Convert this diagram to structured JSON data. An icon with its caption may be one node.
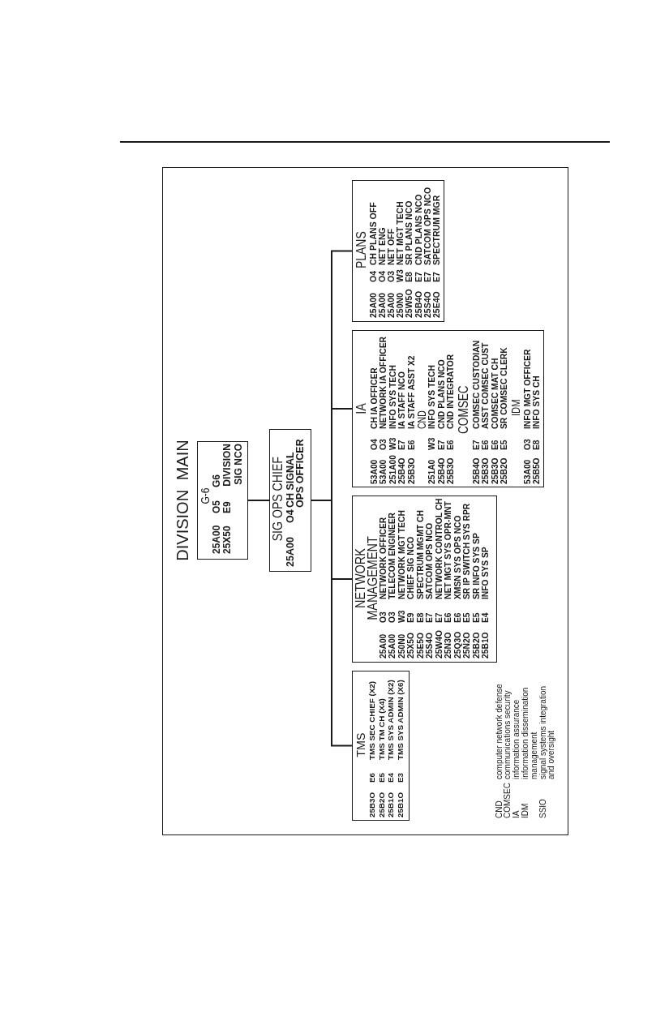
{
  "diagram": {
    "title": "DIVISION MAIN",
    "nodes": [
      {
        "text": [
          "G-6",
          "25A00",
          "O5",
          "G6",
          "25X50",
          "E9",
          "DIVISION SIG NCO"
        ]
      },
      {
        "text": [
          "SIG OPS CHIEF",
          "25A00",
          "O4",
          "CH SIGNAL OPS OFFICER"
        ]
      },
      {
        "text": [
          "TMS",
          "25B3O",
          "E6",
          "TMS SEC CHIEF (X2)",
          "25B2O",
          "E5",
          "TMS TM CH (X4)",
          "25B1O",
          "E4",
          "TMS SYS ADMIN (X2)",
          "25B1O",
          "E3",
          "TMS SYS ADMIN (X6)"
        ]
      },
      {
        "text": [
          "NETWORK MANAGEMENT",
          "25A00",
          "O3",
          "NETWORK OFFICER",
          "25A00",
          "O3",
          "TELECOM ENGINEER",
          "250N0",
          "W3",
          "NETWORK MGT TECH",
          "25X5O",
          "E9",
          "CHIEF SIG NCO",
          "25E5O",
          "E8",
          "SPECTRUM MGMT CH",
          "25S4O",
          "E7",
          "SATCOM OPS NCO",
          "25W4O",
          "E7",
          "NETWORK CONTROL CH",
          "25N3O",
          "E6",
          "NET MGT SYS OPR-MNT",
          "25Q3O",
          "E6",
          "XMSN SYS OPS NCO",
          "25N2O",
          "E5",
          "SR IP SWITCH SYS RPR",
          "25B2O",
          "E5",
          "SR INFO SYS SP",
          "25B1O",
          "E4",
          "INFO SYS SP"
        ]
      },
      {
        "text": [
          "IA",
          "53A00",
          "O4",
          "CH IA OFFICER",
          "53A00",
          "O3",
          "NETWORK IA OFFICER",
          "251A00",
          "W3",
          "INFO SYS TECH",
          "25B4O",
          "E7",
          "IA STAFF NCO",
          "25B3O",
          "E6",
          "IA STAFF ASST X2",
          "CND",
          "251A0",
          "W3",
          "INFO SYS TECH",
          "25B4O",
          "E7",
          "CND PLANS NCO",
          "25B3O",
          "E6",
          "CND INTEGRATOR",
          "COMSEC",
          "25B4O",
          "E7",
          "COMSEC CUSTODIAN",
          "25B3O",
          "E6",
          "ASST COMSEC CUST",
          "25B3O",
          "E6",
          "COMSEC MAT CH",
          "25B2O",
          "E5",
          "SR COMSEC CLERK",
          "IDM",
          "53A00",
          "O3",
          "INFO MGT OFFICER",
          "25B5O",
          "E8",
          "INFO SYS CH"
        ]
      },
      {
        "text": [
          "PLANS",
          "25A00",
          "O4",
          "CH PLANS OFF",
          "25A00",
          "O4",
          "NET ENG",
          "25A00",
          "O3",
          "NET OFF",
          "250N0",
          "W3",
          "NET MGT TECH",
          "25W5O",
          "E8",
          "SR PLANS NCO",
          "25B4O",
          "E7",
          "CND PLANS NCO",
          "25S4O",
          "E7",
          "SATCOM OPS NCO",
          "25E4O",
          "E7",
          "SPECTRUM MGR"
        ]
      }
    ],
    "edges": [
      {
        "from": 0,
        "to": 1,
        "arrow": "none"
      },
      {
        "from": 1,
        "to": 2,
        "arrow": "none"
      },
      {
        "from": 1,
        "to": 3,
        "arrow": "none"
      },
      {
        "from": 1,
        "to": 4,
        "arrow": "none"
      },
      {
        "from": 1,
        "to": 5,
        "arrow": "none"
      }
    ],
    "labels": [
      "CND",
      "computer network defense",
      "COMSEC",
      "communications security",
      "IA",
      "information assurance",
      "IDM",
      "information dissemination management",
      "SSIO",
      "signal systems integration and oversight"
    ]
  }
}
